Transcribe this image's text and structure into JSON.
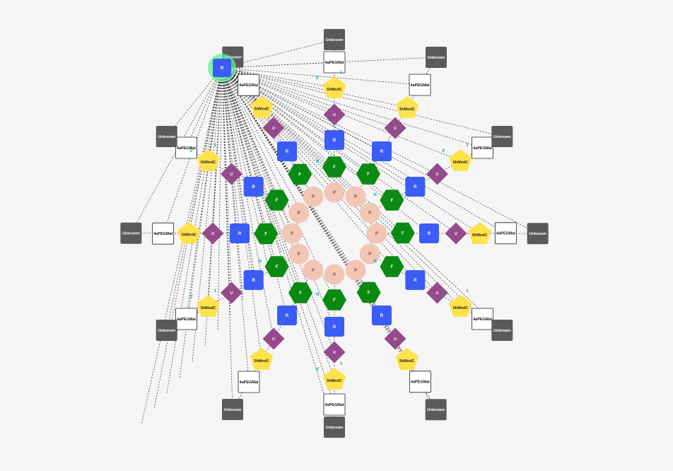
{
  "colors": {
    "background": "#f5f5f5",
    "unknown_fill": "#5a5a5a",
    "pegmal_fill": "#ffffff",
    "medc_fill": "#ffe14a",
    "u_fill": "#954a8c",
    "r_fill": "#3b5cf6",
    "f_fill": "#0a8a12",
    "p_fill": "#f2c6b4",
    "link_text": "#1aa0b8",
    "highlight": "#5ef09a",
    "edge": "#333333"
  },
  "labels": {
    "unknown": "Unknown",
    "pegmal": "4aPEGMal",
    "medc": "5hMedC",
    "u": "U",
    "r": "R",
    "f": "F",
    "p": "P",
    "link_five": "5'",
    "link_one": "1",
    "link_n": "N"
  },
  "diagram": {
    "selected_node": "R"
  }
}
